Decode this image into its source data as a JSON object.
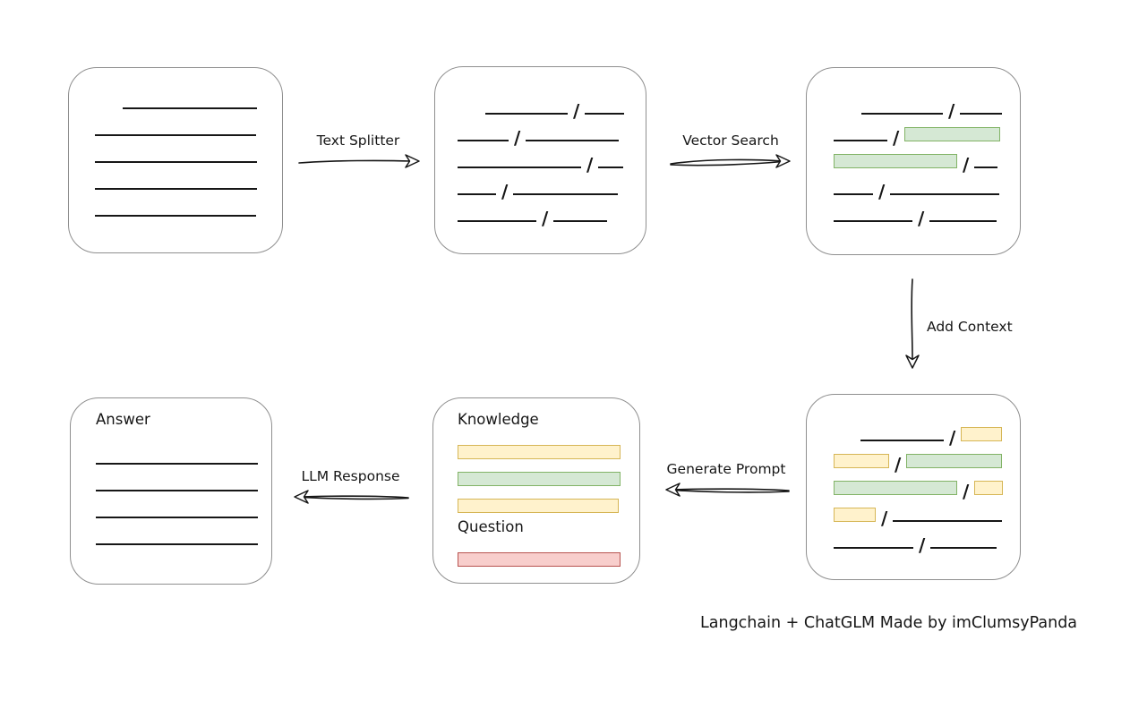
{
  "caption": "Langchain + ChatGLM Made by imClumsyPanda",
  "separator": "/",
  "colors": {
    "green_fill": "#d5e8d4",
    "green_border": "#82b366",
    "yellow_fill": "#fff2cc",
    "yellow_border": "#d6b656",
    "red_fill": "#f8cecc",
    "red_border": "#b85450",
    "box_border": "#8f8f8f",
    "ink": "#161616",
    "background": "#ffffff"
  },
  "arrows": {
    "text_splitter": {
      "label": "Text Splitter",
      "direction": "right"
    },
    "vector_search": {
      "label": "Vector Search",
      "direction": "right"
    },
    "add_context": {
      "label": "Add Context",
      "direction": "down"
    },
    "generate_prompt": {
      "label": "Generate Prompt",
      "direction": "left"
    },
    "llm_response": {
      "label": "LLM Response",
      "direction": "left"
    }
  },
  "boxes": {
    "document": {
      "rows": [
        {
          "indent": 31,
          "segs": [
            {
              "t": "line",
              "w": 150
            }
          ]
        },
        {
          "segs": [
            {
              "t": "line",
              "w": 180
            }
          ]
        },
        {
          "segs": [
            {
              "t": "line",
              "w": 181
            }
          ]
        },
        {
          "segs": [
            {
              "t": "line",
              "w": 181
            }
          ]
        },
        {
          "segs": [
            {
              "t": "line",
              "w": 180
            }
          ]
        }
      ]
    },
    "split_chunks": {
      "rows": [
        {
          "indent": 31,
          "segs": [
            {
              "t": "line",
              "w": 92
            },
            {
              "t": "slash"
            },
            {
              "t": "line",
              "w": 44
            }
          ]
        },
        {
          "segs": [
            {
              "t": "line",
              "w": 57
            },
            {
              "t": "slash"
            },
            {
              "t": "line",
              "w": 104
            }
          ]
        },
        {
          "segs": [
            {
              "t": "line",
              "w": 138
            },
            {
              "t": "slash"
            },
            {
              "t": "line",
              "w": 28
            }
          ]
        },
        {
          "segs": [
            {
              "t": "line",
              "w": 43
            },
            {
              "t": "slash"
            },
            {
              "t": "line",
              "w": 117
            }
          ]
        },
        {
          "segs": [
            {
              "t": "line",
              "w": 88
            },
            {
              "t": "slash"
            },
            {
              "t": "line",
              "w": 60
            }
          ]
        }
      ]
    },
    "search_results": {
      "rows": [
        {
          "indent": 31,
          "segs": [
            {
              "t": "line",
              "w": 91
            },
            {
              "t": "slash"
            },
            {
              "t": "line",
              "w": 47
            }
          ]
        },
        {
          "segs": [
            {
              "t": "line",
              "w": 60
            },
            {
              "t": "slash"
            },
            {
              "t": "green",
              "w": 107
            }
          ]
        },
        {
          "segs": [
            {
              "t": "green",
              "w": 138
            },
            {
              "t": "slash"
            },
            {
              "t": "line",
              "w": 26
            }
          ]
        },
        {
          "segs": [
            {
              "t": "line",
              "w": 44
            },
            {
              "t": "slash"
            },
            {
              "t": "line",
              "w": 122
            }
          ]
        },
        {
          "segs": [
            {
              "t": "line",
              "w": 88
            },
            {
              "t": "slash"
            },
            {
              "t": "line",
              "w": 75
            }
          ]
        }
      ]
    },
    "context_chunks": {
      "rows": [
        {
          "indent": 30,
          "segs": [
            {
              "t": "line",
              "w": 93
            },
            {
              "t": "slash"
            },
            {
              "t": "yellow",
              "w": 46
            }
          ]
        },
        {
          "segs": [
            {
              "t": "yellow",
              "w": 62
            },
            {
              "t": "slash"
            },
            {
              "t": "green",
              "w": 107
            }
          ]
        },
        {
          "segs": [
            {
              "t": "green",
              "w": 138
            },
            {
              "t": "slash"
            },
            {
              "t": "yellow",
              "w": 32
            }
          ]
        },
        {
          "segs": [
            {
              "t": "yellow",
              "w": 47
            },
            {
              "t": "slash"
            },
            {
              "t": "line",
              "w": 122
            }
          ]
        },
        {
          "segs": [
            {
              "t": "line",
              "w": 89
            },
            {
              "t": "slash"
            },
            {
              "t": "line",
              "w": 74
            }
          ]
        }
      ]
    },
    "prompt": {
      "knowledge_label": "Knowledge",
      "question_label": "Question",
      "knowledge_rows": [
        {
          "segs": [
            {
              "t": "yellow",
              "w": 182
            }
          ]
        },
        {
          "segs": [
            {
              "t": "green",
              "w": 182
            }
          ]
        },
        {
          "segs": [
            {
              "t": "yellow",
              "w": 180
            }
          ]
        }
      ],
      "question_rows": [
        {
          "segs": [
            {
              "t": "red",
              "w": 182
            }
          ]
        }
      ]
    },
    "answer": {
      "label": "Answer",
      "rows": [
        {
          "segs": [
            {
              "t": "line",
              "w": 181
            }
          ]
        },
        {
          "segs": [
            {
              "t": "line",
              "w": 181
            }
          ]
        },
        {
          "segs": [
            {
              "t": "line",
              "w": 181
            }
          ]
        },
        {
          "segs": [
            {
              "t": "line",
              "w": 181
            }
          ]
        }
      ]
    }
  }
}
